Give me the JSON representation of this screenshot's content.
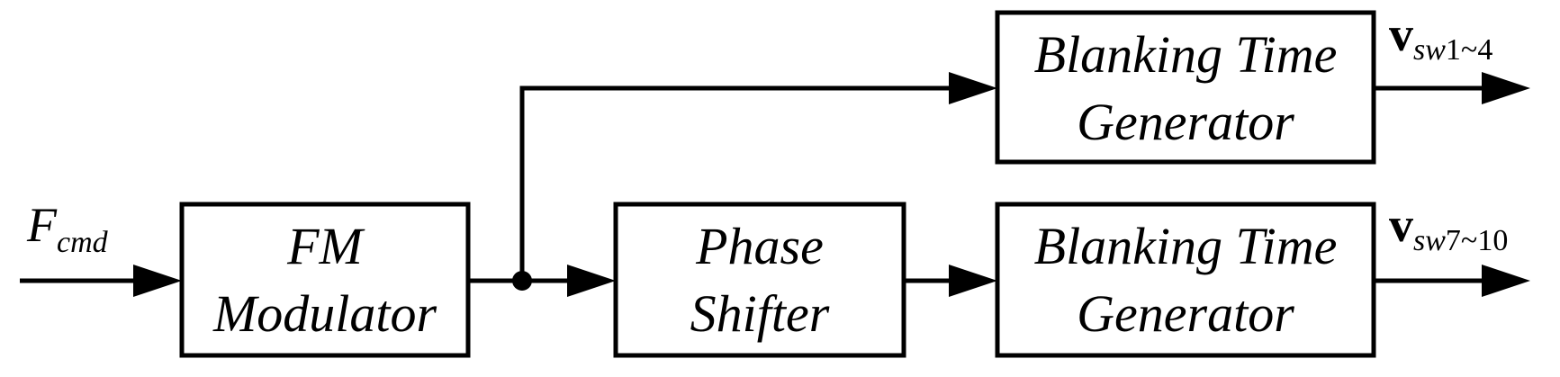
{
  "blocks": {
    "fm_modulator": {
      "line1": "FM",
      "line2": "Modulator"
    },
    "phase_shifter": {
      "line1": "Phase",
      "line2": "Shifter"
    },
    "blanking_top": {
      "line1": "Blanking Time",
      "line2": "Generator"
    },
    "blanking_bottom": {
      "line1": "Blanking Time",
      "line2": "Generator"
    }
  },
  "signals": {
    "input": {
      "symbol": "F",
      "subscript": "cmd"
    },
    "output_top": {
      "symbol": "v",
      "subscript": "sw",
      "range": "1~4"
    },
    "output_bottom": {
      "symbol": "v",
      "subscript": "sw",
      "range": "7~10"
    }
  }
}
